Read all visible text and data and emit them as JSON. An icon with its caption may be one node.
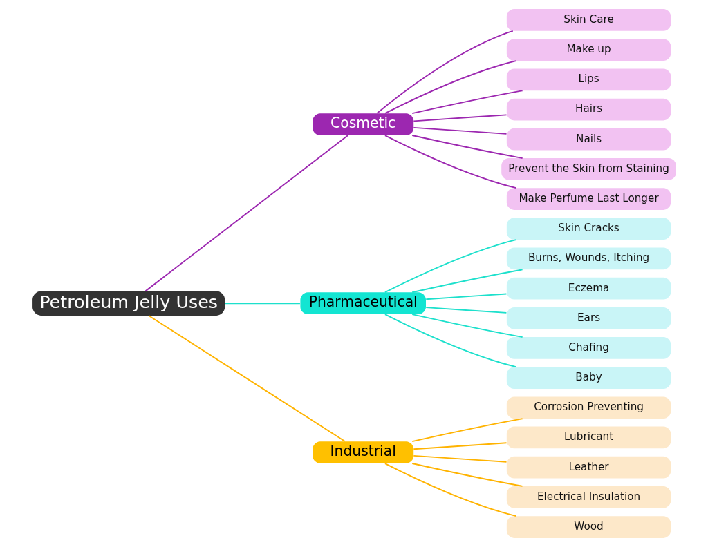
{
  "diagram": {
    "nodes": [
      {
        "text": [
          "Petroleum Jelly Uses"
        ]
      },
      {
        "text": [
          "Cosmetic"
        ]
      },
      {
        "text": [
          "Pharmaceutical"
        ]
      },
      {
        "text": [
          "Industrial"
        ]
      },
      {
        "text": [
          "Skin Care"
        ]
      },
      {
        "text": [
          "Make up"
        ]
      },
      {
        "text": [
          "Lips"
        ]
      },
      {
        "text": [
          "Hairs"
        ]
      },
      {
        "text": [
          "Nails"
        ]
      },
      {
        "text": [
          "Prevent the Skin from Staining"
        ]
      },
      {
        "text": [
          "Make Perfume Last Longer"
        ]
      },
      {
        "text": [
          "Skin Cracks"
        ]
      },
      {
        "text": [
          "Burns, Wounds, Itching"
        ]
      },
      {
        "text": [
          "Eczema"
        ]
      },
      {
        "text": [
          "Ears"
        ]
      },
      {
        "text": [
          "Chafing"
        ]
      },
      {
        "text": [
          "Baby"
        ]
      },
      {
        "text": [
          "Corrosion Preventing"
        ]
      },
      {
        "text": [
          "Lubricant"
        ]
      },
      {
        "text": [
          "Leather"
        ]
      },
      {
        "text": [
          "Electrical Insulation"
        ]
      },
      {
        "text": [
          "Wood"
        ]
      }
    ],
    "edges": [
      {
        "from": 0,
        "to": 1,
        "arrow": "none",
        "color": "#9c27b0"
      },
      {
        "from": 0,
        "to": 2,
        "arrow": "none",
        "color": "#1de0cc"
      },
      {
        "from": 0,
        "to": 3,
        "arrow": "none",
        "color": "#ffb300"
      },
      {
        "from": 1,
        "to": 4,
        "arrow": "none",
        "color": "#9c27b0"
      },
      {
        "from": 1,
        "to": 5,
        "arrow": "none",
        "color": "#9c27b0"
      },
      {
        "from": 1,
        "to": 6,
        "arrow": "none",
        "color": "#9c27b0"
      },
      {
        "from": 1,
        "to": 7,
        "arrow": "none",
        "color": "#9c27b0"
      },
      {
        "from": 1,
        "to": 8,
        "arrow": "none",
        "color": "#9c27b0"
      },
      {
        "from": 1,
        "to": 9,
        "arrow": "none",
        "color": "#9c27b0"
      },
      {
        "from": 1,
        "to": 10,
        "arrow": "none",
        "color": "#9c27b0"
      },
      {
        "from": 2,
        "to": 11,
        "arrow": "none",
        "color": "#1de0cc"
      },
      {
        "from": 2,
        "to": 12,
        "arrow": "none",
        "color": "#1de0cc"
      },
      {
        "from": 2,
        "to": 13,
        "arrow": "none",
        "color": "#1de0cc"
      },
      {
        "from": 2,
        "to": 14,
        "arrow": "none",
        "color": "#1de0cc"
      },
      {
        "from": 2,
        "to": 15,
        "arrow": "none",
        "color": "#1de0cc"
      },
      {
        "from": 2,
        "to": 16,
        "arrow": "none",
        "color": "#1de0cc"
      },
      {
        "from": 3,
        "to": 17,
        "arrow": "none",
        "color": "#ffb300"
      },
      {
        "from": 3,
        "to": 18,
        "arrow": "none",
        "color": "#ffb300"
      },
      {
        "from": 3,
        "to": 19,
        "arrow": "none",
        "color": "#ffb300"
      },
      {
        "from": 3,
        "to": 20,
        "arrow": "none",
        "color": "#ffb300"
      },
      {
        "from": 3,
        "to": 21,
        "arrow": "none",
        "color": "#ffb300"
      }
    ]
  }
}
